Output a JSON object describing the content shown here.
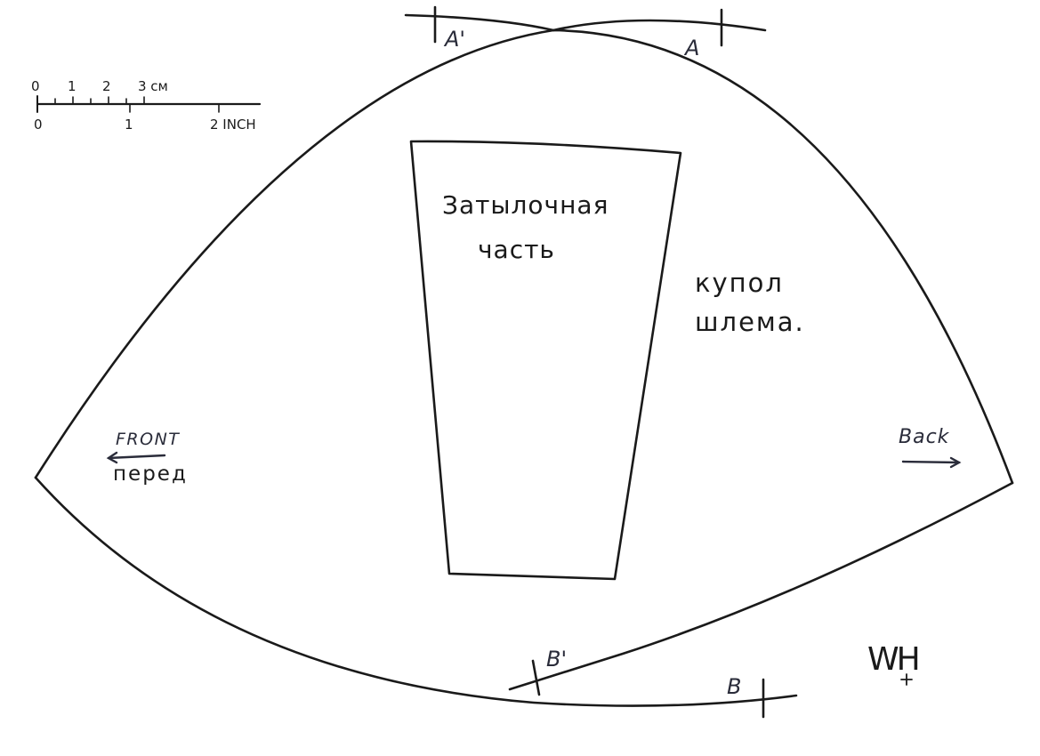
{
  "scale": {
    "cm_labels": [
      "0",
      "1",
      "2",
      "3 см"
    ],
    "inch_labels": [
      "0",
      "1",
      "2 INCH"
    ]
  },
  "piece_labels": {
    "back_panel_line1": "Затылочная",
    "back_panel_line2": "часть",
    "dome_line1": "купол",
    "dome_line2": "шлема."
  },
  "direction": {
    "front_en": "FRONT",
    "front_ru": "перед",
    "back_en": "Back"
  },
  "marks": {
    "a_prime": "A'",
    "a": "A",
    "b_prime": "B'",
    "b": "B"
  },
  "signature": "WH"
}
